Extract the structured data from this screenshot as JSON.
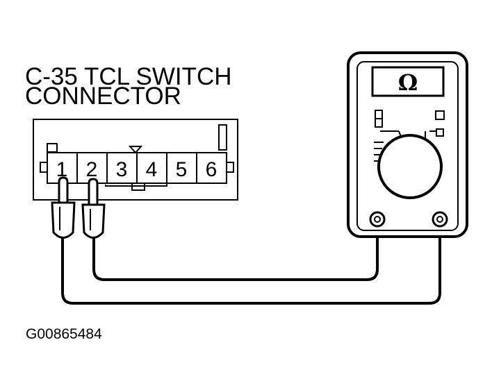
{
  "title": {
    "line1": "C-35 TCL SWITCH",
    "line2": "CONNECTOR"
  },
  "connector": {
    "pins": [
      "1",
      "2",
      "3",
      "4",
      "5",
      "6"
    ]
  },
  "meter": {
    "unit_symbol": "Ω",
    "mode": "ohmmeter"
  },
  "caption": "G00865484",
  "colors": {
    "ink": "#000000",
    "paper": "#ffffff"
  }
}
